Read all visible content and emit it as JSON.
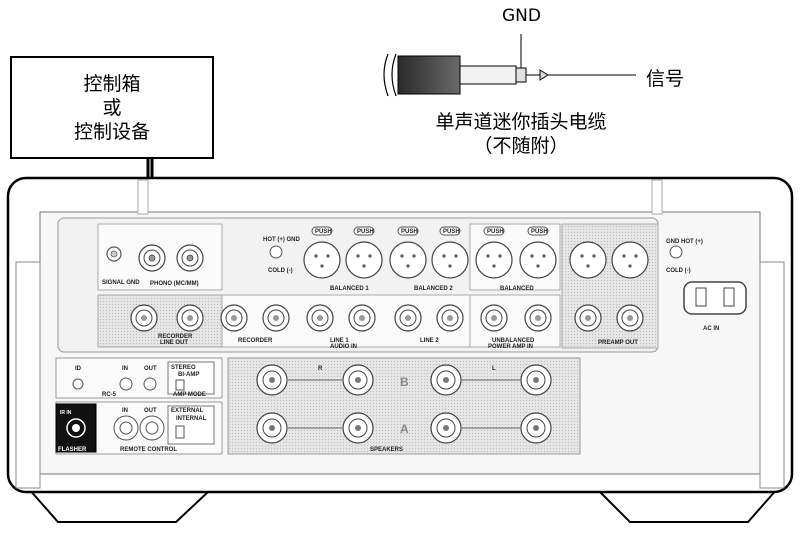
{
  "box": {
    "line1": "控制箱",
    "line2": "或",
    "line3": "控制设备"
  },
  "cable": {
    "gnd_label": "GND",
    "signal_label": "信号",
    "caption_line1": "单声道迷你插头电缆",
    "caption_line2": "（不随附）"
  },
  "panel": {
    "signal_gnd": "SIGNAL GND",
    "phono": "PHONO (MC/MM)",
    "hot_gnd": "HOT (+) GND",
    "cold": "COLD (-)",
    "push": "PUSH",
    "balanced1": "BALANCED 1",
    "balanced2": "BALANCED 2",
    "balanced": "BALANCED",
    "line_out": "LINE OUT",
    "recorder": "RECORDER",
    "recorder2": "RECORDER",
    "line1": "LINE 1",
    "line2": "LINE 2",
    "audio_in": "AUDIO IN",
    "unbalanced": "UNBALANCED",
    "power_amp_in": "POWER AMP IN",
    "preamp_out": "PREAMP OUT",
    "gnd_hot": "GND HOT (+)",
    "cold_r": "COLD (-)",
    "ac_in": "AC IN",
    "id": "ID",
    "in": "IN",
    "out": "OUT",
    "rc5": "RC-5",
    "stereo": "STEREO",
    "bi_amp": "BI-AMP",
    "amp_mode": "AMP MODE",
    "ir_in": "IR IN",
    "remote_control": "REMOTE CONTROL",
    "external": "EXTERNAL",
    "internal": "INTERNAL",
    "flasher": "FLASHER",
    "speakers": "SPEAKERS",
    "b": "B",
    "a": "A",
    "r": "R",
    "l": "L"
  }
}
